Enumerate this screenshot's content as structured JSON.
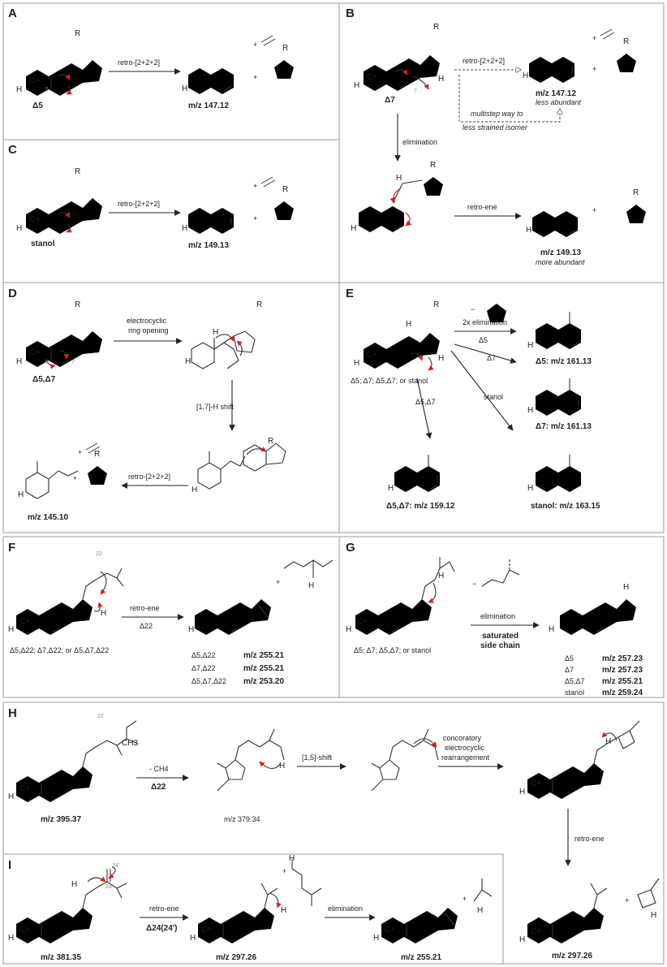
{
  "panels": {
    "A": {
      "letter": "A",
      "atom_R": "R",
      "atom_H": "H",
      "cation": "C+",
      "locant": "5",
      "arrow_label": "retro-[2+2+2]",
      "substrate": "Δ5",
      "product": "m/z 147.12",
      "plus1": "+",
      "plus2": "+"
    },
    "B": {
      "letter": "B",
      "atom_R": "R",
      "atom_H": "H",
      "atom_H2": "H",
      "cation": "C+",
      "locant": "7",
      "arrow_label": "retro-[2+2+2]",
      "substrate": "Δ7",
      "product_top": "m/z 147.12",
      "product_top_note": "less abundant",
      "dashed_note_line1": "multistep way to",
      "dashed_note_line2": "less strained isomer",
      "elimination_label": "elimination",
      "retro_ene_label": "retro-ene",
      "product_bottom": "m/z 149.13",
      "product_bottom_note": "more abundant",
      "plus1": "+",
      "plus2": "+",
      "plus3": "+"
    },
    "C": {
      "letter": "C",
      "atom_R": "R",
      "atom_H": "H",
      "cation": "C+",
      "arrow_label": "retro-[2+2+2]",
      "substrate": "stanol",
      "product": "m/z 149.13",
      "plus1": "+",
      "plus2": "+"
    },
    "D": {
      "letter": "D",
      "atom_R": "R",
      "atom_H": "H",
      "cation": "C+",
      "locant5": "5",
      "locant7": "7",
      "substrate": "Δ5,Δ7",
      "step1_line1": "electrocyclic",
      "step1_line2": "ring opening",
      "step2": "[1,7]-H shift",
      "step3": "retro-[2+2+2]",
      "product": "m/z 145.10",
      "plus1": "+",
      "plus2": "+"
    },
    "E": {
      "letter": "E",
      "atom_R": "R",
      "atom_H": "H",
      "cation": "C+",
      "substrate": "Δ5; Δ7; Δ5,Δ7; or stanol",
      "route1_label": "2x elimination",
      "route1_sub": "Δ5",
      "route2_label": "Δ7",
      "route3_label": "stanol",
      "route4_label": "Δ5,Δ7",
      "minus": "−",
      "product1": "Δ5: m/z 161.13",
      "product2": "Δ7: m/z 161.13",
      "product3": "Δ5,Δ7: m/z 159.12",
      "product4": "stanol: m/z 163.15"
    },
    "F": {
      "letter": "F",
      "atom_H": "H",
      "cation": "C+",
      "locant22": "22",
      "substrate": "Δ5,Δ22; Δ7,Δ22; or Δ5,Δ7,Δ22",
      "arrow_label": "retro-ene",
      "arrow_sub": "Δ22",
      "plus": "+",
      "results": [
        {
          "label": "Δ5,Δ22",
          "value": "m/z 255.21"
        },
        {
          "label": "Δ7,Δ22",
          "value": "m/z 255.21"
        },
        {
          "label": "Δ5,Δ7,Δ22",
          "value": "m/z 253.20"
        }
      ]
    },
    "G": {
      "letter": "G",
      "atom_H": "H",
      "cation": "C+",
      "substrate": "Δ5; Δ7; Δ5,Δ7; or stanol",
      "arrow_label": "elimination",
      "arrow_sub_line1": "saturated",
      "arrow_sub_line2": "side chain",
      "minus": "−",
      "results": [
        {
          "label": "Δ5",
          "value": "m/z 257.23"
        },
        {
          "label": "Δ7",
          "value": "m/z 257.23"
        },
        {
          "label": "Δ5,Δ7",
          "value": "m/z 255.21"
        },
        {
          "label": "stanol",
          "value": "m/z 259.24"
        }
      ]
    },
    "H": {
      "letter": "H",
      "atom_H": "H",
      "ch3": "CH3",
      "cation": "C+",
      "locant22": "22",
      "start": "m/z 395.37",
      "step1_label": "- CH4",
      "step1_sub": "Δ22",
      "intermediate": "m/z 379.34",
      "step2_label": "[1,5]-shift",
      "step3_line1": "concoratory",
      "step3_line2": "electrocyclic",
      "step3_line3": "rearrangement",
      "step4_label": "retro-ene",
      "product": "m/z 297.26",
      "plus": "+"
    },
    "I": {
      "letter": "I",
      "atom_H": "H",
      "cation": "C+",
      "locant241": "24'",
      "locant24": "24",
      "start": "m/z 381.35",
      "step1_label": "retro-ene",
      "step1_sub": "Δ24(24')",
      "intermediate": "m/z 297.26",
      "step2_label": "elimination",
      "product": "m/z 255.21",
      "plus1": "+",
      "plus2": "+"
    }
  }
}
